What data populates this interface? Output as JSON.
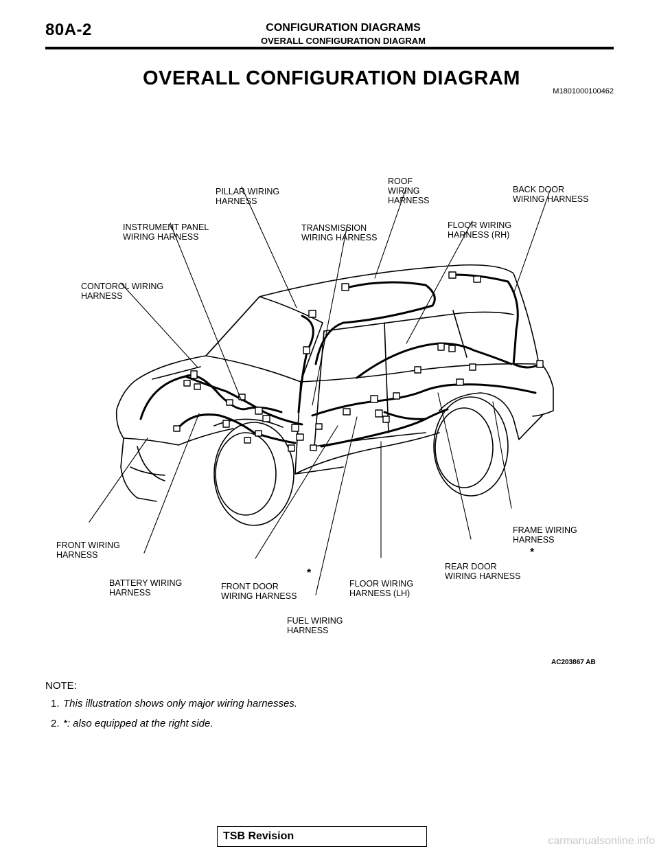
{
  "header": {
    "section": "80A-2",
    "title": "CONFIGURATION DIAGRAMS",
    "subtitle": "OVERALL CONFIGURATION DIAGRAM"
  },
  "page_title": "OVERALL CONFIGURATION DIAGRAM",
  "doc_id": "M1801000100462",
  "labels": {
    "pillar": [
      "PILLAR WIRING",
      "HARNESS"
    ],
    "roof": [
      "ROOF",
      "WIRING",
      "HARNESS"
    ],
    "back_door": [
      "BACK DOOR",
      "WIRING HARNESS"
    ],
    "instrument_panel": [
      "INSTRUMENT PANEL",
      "WIRING HARNESS"
    ],
    "transmission": [
      "TRANSMISSION",
      "WIRING HARNESS"
    ],
    "floor_rh": [
      "FLOOR WIRING",
      "HARNESS (RH)"
    ],
    "control": [
      "CONTOROL WIRING",
      "HARNESS"
    ],
    "frame": [
      "FRAME WIRING",
      "HARNESS"
    ],
    "front": [
      "FRONT WIRING",
      "HARNESS"
    ],
    "rear_door": [
      "REAR DOOR",
      "WIRING HARNESS"
    ],
    "battery": [
      "BATTERY WIRING",
      "HARNESS"
    ],
    "front_door": [
      "FRONT DOOR",
      "WIRING HARNESS"
    ],
    "floor_lh": [
      "FLOOR WIRING",
      "HARNESS (LH)"
    ],
    "fuel": [
      "FUEL WIRING",
      "HARNESS"
    ]
  },
  "star_mark": "*",
  "figure_id": "AC203867 AB",
  "note": {
    "heading": "NOTE:",
    "items": [
      {
        "num": "1.",
        "text": "This illustration shows only major wiring harnesses."
      },
      {
        "num": "2.",
        "text": "*: also equipped at the right side."
      }
    ]
  },
  "footer": {
    "tsb": "TSB Revision"
  },
  "watermark": "carmanualsonline.info"
}
